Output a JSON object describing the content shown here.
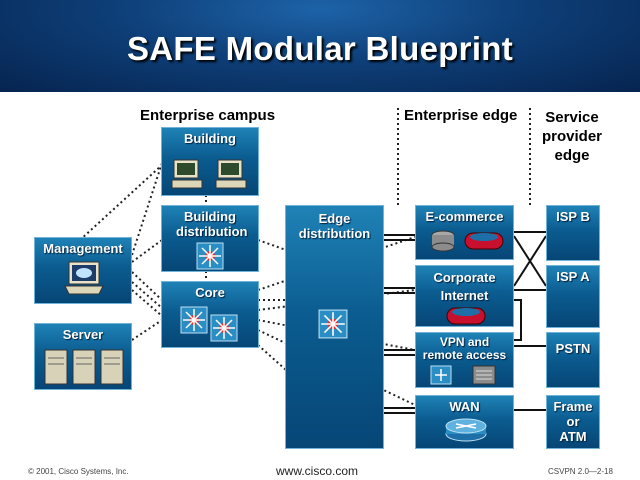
{
  "title": "SAFE Modular Blueprint",
  "sections": {
    "enterprise_campus": "Enterprise campus",
    "enterprise_edge": "Enterprise edge",
    "service_provider_edge": "Service provider edge"
  },
  "boxes": {
    "building": "Building",
    "building_distribution": "Building distribution",
    "core": "Core",
    "management": "Management",
    "server": "Server",
    "edge_distribution": "Edge distribution",
    "ecommerce": "E-commerce",
    "corporate_internet": "Corporate Internet",
    "vpn": "VPN and remote access",
    "wan": "WAN",
    "isp_b": "ISP B",
    "isp_a": "ISP A",
    "pstn": "PSTN",
    "frame_atm": "Frame or ATM"
  },
  "footer": {
    "copyright": "© 2001, Cisco Systems, Inc.",
    "url": "www.cisco.com",
    "course": "CSVPN 2.0—2-18"
  },
  "colors": {
    "title_bg": "#0e3f78",
    "box_fill": "#0b5c90",
    "box_border": "#6fb3d8",
    "firewall_red": "#c8102e"
  }
}
